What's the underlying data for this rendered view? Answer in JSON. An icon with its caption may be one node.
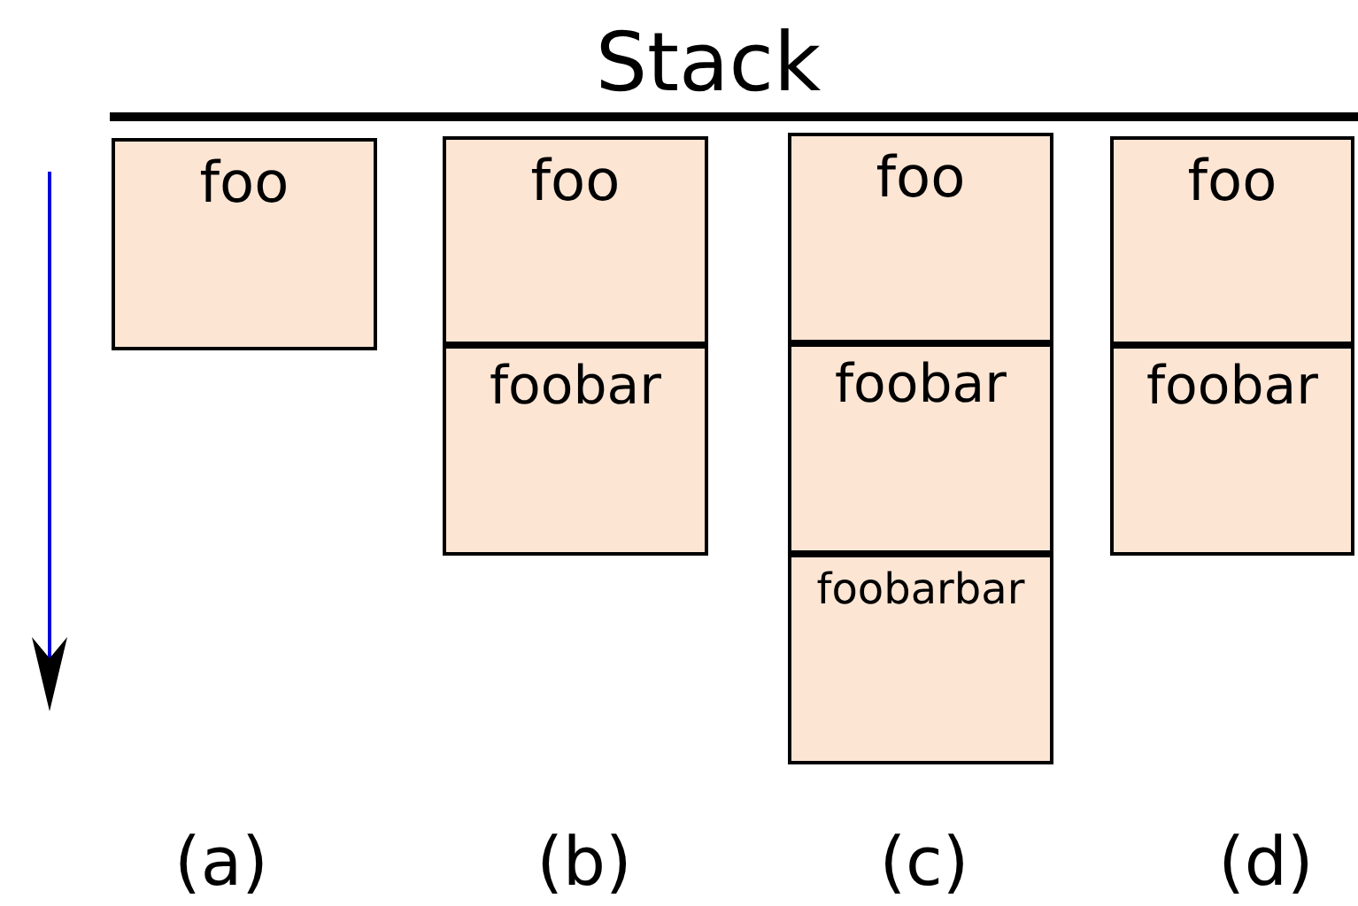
{
  "diagram": {
    "title": "Stack",
    "nodes": [
      {
        "text": [
          "foo"
        ]
      },
      {
        "text": [
          "foo"
        ]
      },
      {
        "text": [
          "foobar"
        ]
      },
      {
        "text": [
          "foo"
        ]
      },
      {
        "text": [
          "foobar"
        ]
      },
      {
        "text": [
          "foobarbar"
        ]
      },
      {
        "text": [
          "foo"
        ]
      },
      {
        "text": [
          "foobar"
        ]
      }
    ],
    "labels": [
      "(a)",
      "(b)",
      "(c)",
      "(d)"
    ]
  }
}
